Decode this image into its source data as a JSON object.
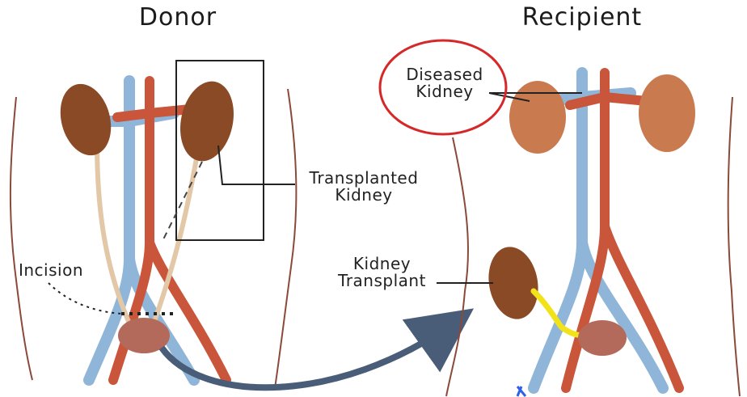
{
  "titles": {
    "donor": "Donor",
    "recipient": "Recipient"
  },
  "labels": {
    "transplanted_kidney": "Transplanted\nKidney",
    "incision": "Incision",
    "diseased_kidney": "Diseased\nKidney",
    "kidney_transplant": "Kidney\nTransplant"
  },
  "colors": {
    "artery": "#c9553a",
    "vein": "#8fb6d8",
    "kidney": "#8b4a26",
    "diseased_kidney": "#c97a4e",
    "bladder": "#b36a5a",
    "body_outline": "#8a4a3a",
    "annotation_circle": "#d62828",
    "highlight_ureter": "#f2e21a",
    "transfer_arrow": "#4a5d78",
    "cursor_mark": "#2d62e8"
  },
  "icons": [
    "kidney-icon",
    "bladder-icon",
    "arrow-icon",
    "circle-annotation-icon"
  ]
}
